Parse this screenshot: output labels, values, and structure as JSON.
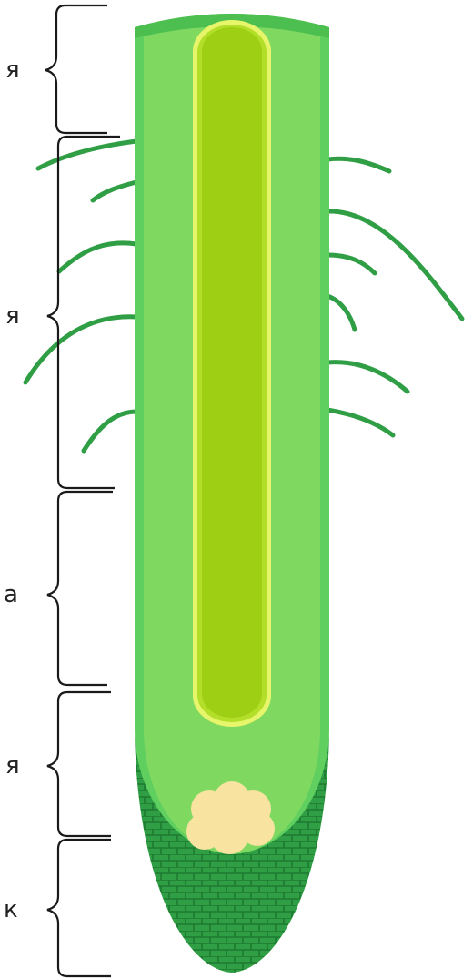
{
  "diagram": {
    "zone_labels": [
      "я",
      "я",
      "а",
      "я",
      "к"
    ],
    "colors": {
      "outer_root": "#5fcf5f",
      "root_body": "#7fd860",
      "vascular_core": "#b3de2a",
      "vascular_inner": "#9ecf14",
      "vascular_outline": "#e6f56a",
      "meristem": "#f8e3a0",
      "root_cap": "#2f9e44",
      "root_cap_cells": "#1d7a31",
      "root_hair": "#2f9e44",
      "bracket": "#1a1a1a"
    }
  }
}
